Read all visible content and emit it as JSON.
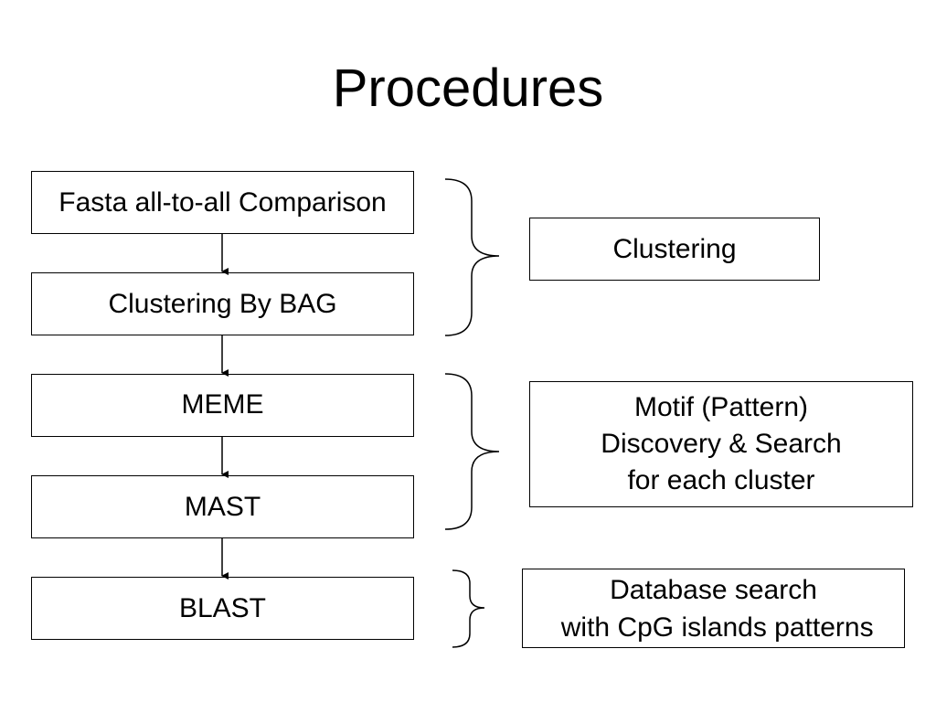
{
  "slide": {
    "title": "Procedures"
  },
  "steps": [
    {
      "label": "Fasta all-to-all Comparison"
    },
    {
      "label": "Clustering By BAG"
    },
    {
      "label": "MEME"
    },
    {
      "label": "MAST"
    },
    {
      "label": "BLAST"
    }
  ],
  "groups": [
    {
      "lines": [
        "Clustering"
      ]
    },
    {
      "lines": [
        "Motif (Pattern)",
        "Discovery & Search",
        "for each cluster"
      ]
    },
    {
      "lines": [
        "Database search",
        " with CpG islands patterns"
      ]
    }
  ],
  "colors": {
    "background": "#ffffff",
    "stroke": "#000000",
    "text": "#000000"
  }
}
